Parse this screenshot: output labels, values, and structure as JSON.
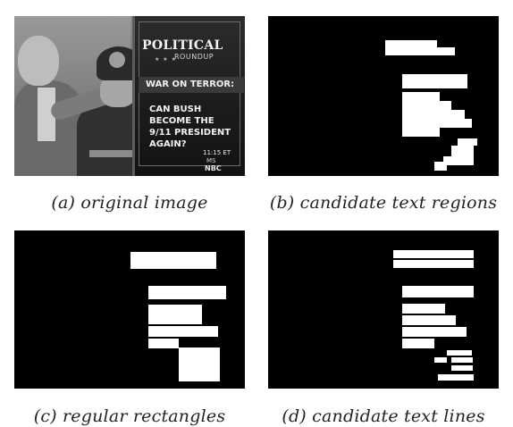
{
  "figure": {
    "panels": [
      {
        "id": "a",
        "caption": "(a) original image",
        "tv_graphic": {
          "title": "POLITICAL",
          "subtitle": "ROUNDUP",
          "headline": "WAR ON TERROR:",
          "question": [
            "CAN BUSH",
            "BECOME THE",
            "9/11 PRESIDENT",
            "AGAIN?"
          ],
          "time": "11:15 ET",
          "logo_small": "MS",
          "logo_main": "NBC"
        }
      },
      {
        "id": "b",
        "caption": "(b) candidate text regions"
      },
      {
        "id": "c",
        "caption": "(c) regular rectangles"
      },
      {
        "id": "d",
        "caption": "(d) candidate  text lines"
      }
    ]
  }
}
